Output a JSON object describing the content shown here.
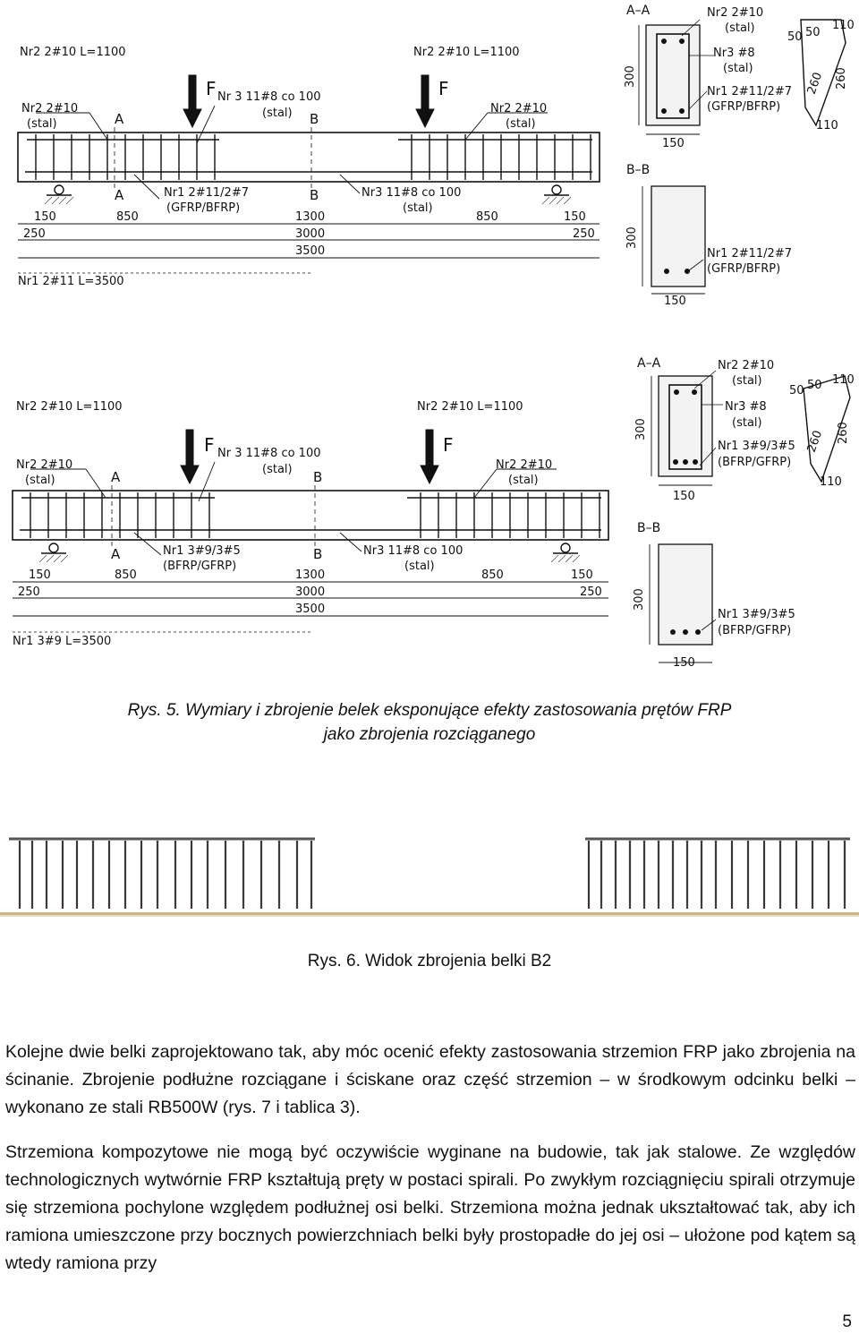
{
  "drawing1": {
    "bar_top_left": "Nr2 2#10 L=1100",
    "bar_top_right": "Nr2 2#10 L=1100",
    "stal_left_1": "Nr2 2#10",
    "stal_left_2": "(stal)",
    "stal_right_1": "Nr2 2#10",
    "stal_right_2": "(stal)",
    "force": "F",
    "stirrup_1": "Nr 3 11#8 co 100",
    "stirrup_2": "(stal)",
    "sec_a": "A",
    "sec_b": "B",
    "bottom_left_1": "Nr1 2#11/2#7",
    "bottom_left_2": "(GFRP/BFRP)",
    "bottom_mid_1": "Nr3 11#8 co 100",
    "bottom_mid_2": "(stal)",
    "dim_150": "150",
    "dim_850": "850",
    "dim_1300": "1300",
    "dim_250": "250",
    "dim_3000": "3000",
    "dim_3500": "3500",
    "main_bar": "Nr1 2#11 L=3500",
    "aa_title": "A–A",
    "aa_l1": "Nr2 2#10",
    "aa_l2": "(stal)",
    "aa_l3": "Nr3 #8",
    "aa_l4": "(stal)",
    "aa_l5": "Nr1 2#11/2#7",
    "aa_l6": "(GFRP/BFRP)",
    "aa_h": "300",
    "aa_w": "150",
    "stir_50a": "50",
    "stir_50b": "50",
    "stir_110a": "110",
    "stir_260a": "260",
    "stir_260b": "260",
    "stir_110b": "110",
    "bb_title": "B–B",
    "bb_l1": "Nr1 2#11/2#7",
    "bb_l2": "(GFRP/BFRP)",
    "bb_h": "300",
    "bb_w": "150"
  },
  "drawing2": {
    "bar_top_left": "Nr2 2#10 L=1100",
    "bar_top_right": "Nr2 2#10 L=1100",
    "stal_left_1": "Nr2 2#10",
    "stal_left_2": "(stal)",
    "stal_right_1": "Nr2 2#10",
    "stal_right_2": "(stal)",
    "force": "F",
    "stirrup_1": "Nr 3 11#8 co 100",
    "stirrup_2": "(stal)",
    "sec_a": "A",
    "sec_b": "B",
    "bottom_left_1": "Nr1 3#9/3#5",
    "bottom_left_2": "(BFRP/GFRP)",
    "bottom_mid_1": "Nr3 11#8 co 100",
    "bottom_mid_2": "(stal)",
    "dim_150": "150",
    "dim_850": "850",
    "dim_1300": "1300",
    "dim_250": "250",
    "dim_3000": "3000",
    "dim_3500": "3500",
    "main_bar": "Nr1 3#9 L=3500",
    "aa_title": "A–A",
    "aa_l1": "Nr2 2#10",
    "aa_l2": "(stal)",
    "aa_l3": "Nr3 #8",
    "aa_l4": "(stal)",
    "aa_l5": "Nr1 3#9/3#5",
    "aa_l6": "(BFRP/GFRP)",
    "aa_h": "300",
    "aa_w": "150",
    "stir_50a": "50",
    "stir_50b": "50",
    "stir_110a": "110",
    "stir_260a": "260",
    "stir_260b": "260",
    "stir_110b": "110",
    "bb_title": "B–B",
    "bb_l1": "Nr1 3#9/3#5",
    "bb_l2": "(BFRP/GFRP)",
    "bb_h": "300",
    "bb_w": "150"
  },
  "captions": {
    "fig5_line1": "Rys. 5. Wymiary i zbrojenie belek eksponujące efekty zastosowania prętów FRP",
    "fig5_line2": "jako zbrojenia rozciąganego",
    "fig6": "Rys. 6. Widok zbrojenia belki B2"
  },
  "paragraphs": [
    "Kolejne dwie belki zaprojektowano tak, aby móc ocenić efekty zastosowania strzemion FRP jako zbrojenia na ścinanie. Zbrojenie podłużne rozciągane i ściskane oraz część strzemion – w środkowym odcinku belki – wykonano ze stali RB500W (rys. 7 i tablica 3).",
    "Strzemiona kompozytowe nie mogą być oczywiście wyginane na budowie, tak jak stalowe. Ze względów technologicznych wytwórnie FRP kształtują pręty w postaci spirali. Po zwykłym rozciągnięciu spirali otrzymuje się strzemiona pochylone względem podłużnej osi belki. Strzemiona można jednak ukształtować tak, aby ich ramiona umieszczone przy bocznych powierzchniach belki były prostopadłe do jej osi – ułożone pod kątem są wtedy ramiona przy"
  ],
  "page_number": "5"
}
